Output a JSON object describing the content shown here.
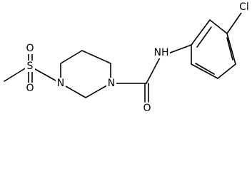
{
  "molecule": {
    "atoms": {
      "chlorine": "Cl",
      "amide_nh": "NH",
      "amide_oxygen": "O",
      "piperazine_n1": "N",
      "piperazine_n4": "N",
      "sulfur": "S",
      "sulfonyl_oxygen_top": "O",
      "sulfonyl_oxygen_bottom": "O"
    }
  }
}
